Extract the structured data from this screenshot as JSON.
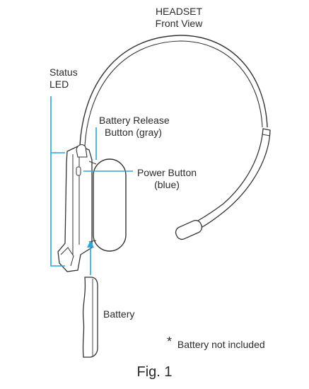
{
  "title": {
    "line1": "HEADSET",
    "line2": "Front View"
  },
  "labels": {
    "status_led": {
      "line1": "Status",
      "line2": "LED"
    },
    "battery_release": {
      "line1": "Battery Release",
      "line2": "Button (gray)"
    },
    "power_button": {
      "line1": "Power Button",
      "line2": "(blue)"
    },
    "battery": "Battery"
  },
  "footnote": {
    "symbol": "*",
    "text": "Battery not included"
  },
  "caption": "Fig. 1",
  "colors": {
    "line": "#333333",
    "leader": "#2aa7dc",
    "background": "#ffffff"
  }
}
